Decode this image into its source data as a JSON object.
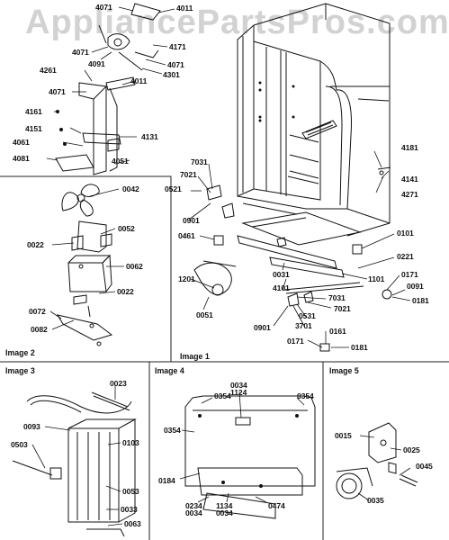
{
  "watermark": "AppliancePartsPros.com",
  "captions": {
    "image1": "Image 1",
    "image2": "Image 2",
    "image3": "Image 3",
    "image4": "Image 4",
    "image5": "Image 5"
  },
  "labels": {
    "n4071a": "4071",
    "n4011a": "4011",
    "n4171": "4171",
    "n4071b": "4071",
    "n4091": "4091",
    "n4071c": "4071",
    "n4301": "4301",
    "n4261": "4261",
    "n4071d": "4071",
    "n4011b": "4011",
    "n4161": "4161",
    "n4151": "4151",
    "n4131": "4131",
    "n4061": "4061",
    "n4081": "4081",
    "n4051": "4051",
    "n4181": "4181",
    "n4141": "4141",
    "n4271": "4271",
    "n7031a": "7031",
    "n7021a": "7021",
    "n0521": "0521",
    "n0901a": "0901",
    "n0461": "0461",
    "n0101": "0101",
    "n0221": "0221",
    "n0031": "0031",
    "n4101": "4101",
    "n1201": "1201",
    "n1101": "1101",
    "n0171a": "0171",
    "n0091": "0091",
    "n0181a": "0181",
    "n7031b": "7031",
    "n7021b": "7021",
    "n0531": "0531",
    "n0051": "0051",
    "n0901b": "0901",
    "n3701": "3701",
    "n0161": "0161",
    "n0171b": "0171",
    "n0181b": "0181",
    "n0042": "0042",
    "n0052": "0052",
    "n0022a": "0022",
    "n0062": "0062",
    "n0022b": "0022",
    "n0072": "0072",
    "n0082": "0082",
    "n0023": "0023",
    "n0093": "0093",
    "n0103": "0103",
    "n0503": "0503",
    "n0053": "0053",
    "n0033": "0033",
    "n0063": "0063",
    "n0034a": "0034",
    "n1124": "1124",
    "n0354a": "0354",
    "n0354b": "0354",
    "n0354c": "0354",
    "n0184": "0184",
    "n0234": "0234",
    "n0034b": "0034",
    "n1134": "1134",
    "n0034c": "0034",
    "n0474": "0474",
    "n0015": "0015",
    "n0025": "0025",
    "n0045": "0045",
    "n0035": "0035"
  }
}
